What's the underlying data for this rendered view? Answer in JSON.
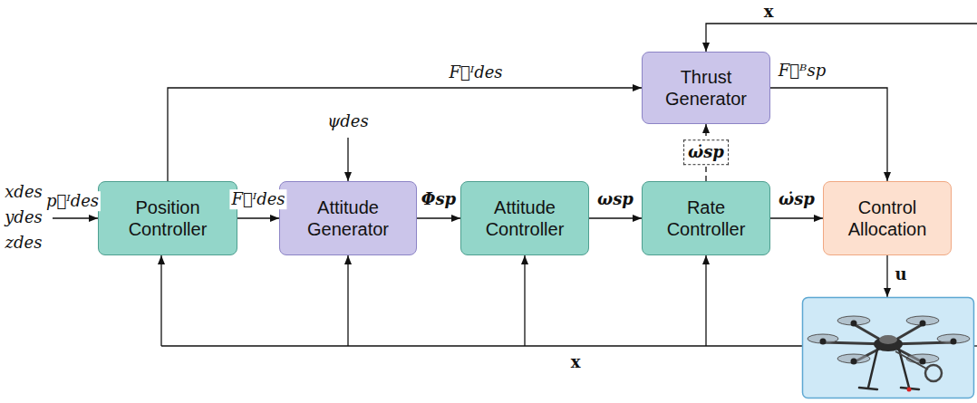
{
  "diagram": {
    "nodes": [
      {
        "text": [
          "Position Controller"
        ]
      },
      {
        "text": [
          "Attitude Generator"
        ]
      },
      {
        "text": [
          "Attitude Controller"
        ]
      },
      {
        "text": [
          "Rate Controller"
        ]
      },
      {
        "text": [
          "Control Allocation"
        ]
      },
      {
        "text": [
          "Thrust Generator"
        ]
      }
    ],
    "edges": [
      {
        "from": 0,
        "to": 1,
        "arrow": "to",
        "label": "F⃗ᴵdes"
      },
      {
        "from": 0,
        "to": 5,
        "arrow": "to",
        "label": "F⃗ᴵdes"
      },
      {
        "from": 1,
        "to": 2,
        "arrow": "to",
        "label": "Φsp"
      },
      {
        "from": 2,
        "to": 3,
        "arrow": "to",
        "label": "ωsp"
      },
      {
        "from": 3,
        "to": 4,
        "arrow": "to",
        "label": "ω̇sp"
      },
      {
        "from": 3,
        "to": 5,
        "arrow": "to",
        "label": "ω̇sp"
      },
      {
        "from": 5,
        "to": 4,
        "arrow": "to",
        "label": "F⃗ᴮsp"
      }
    ],
    "labels": [
      "xdes",
      "ydes",
      "zdes",
      "p⃗ᴵdes",
      "ψdes",
      "x",
      "u",
      "x"
    ]
  }
}
